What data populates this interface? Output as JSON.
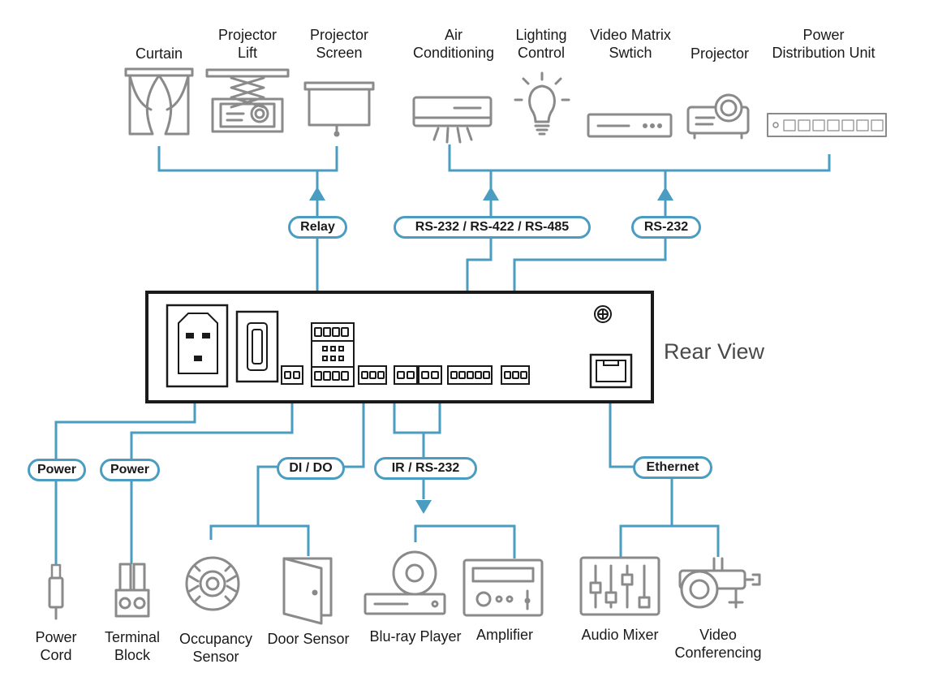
{
  "colors": {
    "line": "#4a9dc0",
    "device": "#8a8a8a",
    "panel": "#1a1a1a"
  },
  "top_devices": [
    {
      "id": "curtain",
      "lines": [
        "Curtain"
      ],
      "icon": "curtain-icon"
    },
    {
      "id": "projector-lift",
      "lines": [
        "Projector",
        "Lift"
      ],
      "icon": "projector-lift-icon"
    },
    {
      "id": "projector-screen",
      "lines": [
        "Projector",
        "Screen"
      ],
      "icon": "projector-screen-icon"
    },
    {
      "id": "air-conditioning",
      "lines": [
        "Air",
        "Conditioning"
      ],
      "icon": "air-conditioner-icon"
    },
    {
      "id": "lighting-control",
      "lines": [
        "Lighting",
        "Control"
      ],
      "icon": "light-bulb-icon"
    },
    {
      "id": "video-matrix",
      "lines": [
        "Video Matrix",
        "Swtich"
      ],
      "icon": "video-matrix-switch-icon"
    },
    {
      "id": "projector",
      "lines": [
        "Projector"
      ],
      "icon": "projector-icon"
    },
    {
      "id": "pdu",
      "lines": [
        "Power",
        "Distribution Unit"
      ],
      "icon": "power-distribution-unit-icon"
    }
  ],
  "bottom_devices": [
    {
      "id": "power-cord",
      "lines": [
        "Power",
        "Cord"
      ],
      "icon": "power-cord-icon"
    },
    {
      "id": "terminal-block",
      "lines": [
        "Terminal",
        "Block"
      ],
      "icon": "terminal-block-icon"
    },
    {
      "id": "occupancy-sensor",
      "lines": [
        "Occupancy",
        "Sensor"
      ],
      "icon": "occupancy-sensor-icon"
    },
    {
      "id": "door-sensor",
      "lines": [
        "Door Sensor"
      ],
      "icon": "door-sensor-icon"
    },
    {
      "id": "bluray-player",
      "lines": [
        "Blu-ray Player"
      ],
      "icon": "bluray-player-icon"
    },
    {
      "id": "amplifier",
      "lines": [
        "Amplifier"
      ],
      "icon": "amplifier-icon"
    },
    {
      "id": "audio-mixer",
      "lines": [
        "Audio Mixer"
      ],
      "icon": "audio-mixer-icon"
    },
    {
      "id": "video-conferencing",
      "lines": [
        "Video",
        "Conferencing"
      ],
      "icon": "video-conferencing-camera-icon"
    }
  ],
  "connections": [
    {
      "id": "relay",
      "label": "Relay"
    },
    {
      "id": "serial",
      "label": "RS-232 / RS-422 / RS-485"
    },
    {
      "id": "rs232",
      "label": "RS-232"
    },
    {
      "id": "power-1",
      "label": "Power"
    },
    {
      "id": "power-2",
      "label": "Power"
    },
    {
      "id": "dido",
      "label": "DI / DO"
    },
    {
      "id": "ir-rs232",
      "label": "IR / RS-232"
    },
    {
      "id": "ethernet",
      "label": "Ethernet"
    }
  ],
  "panel": {
    "title": "Rear View",
    "ports": [
      "power-inlet-icon",
      "power-switch-icon",
      "relay-terminal-icon",
      "ethernet-port-icon",
      "ground-screw-icon"
    ]
  }
}
